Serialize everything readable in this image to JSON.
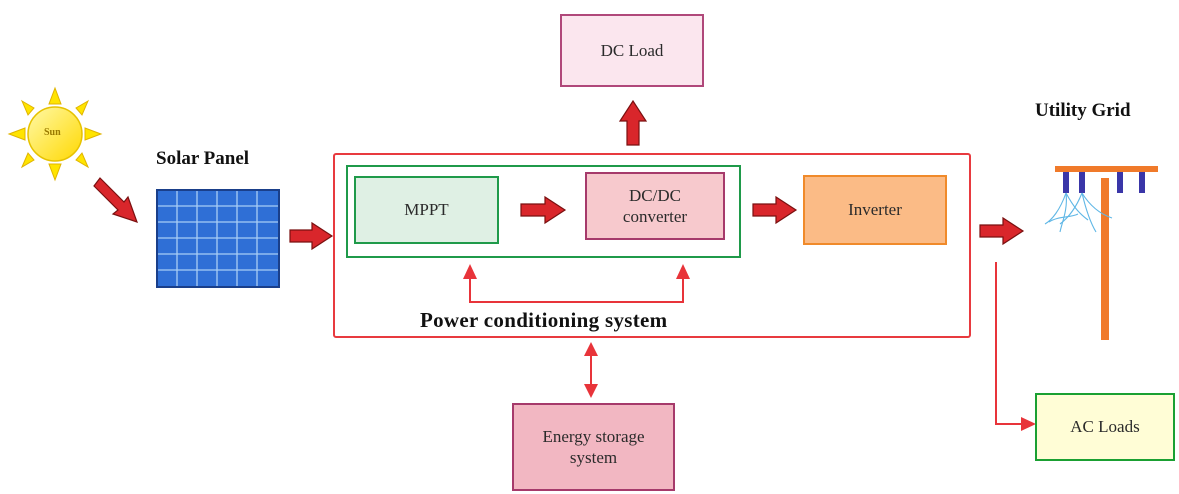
{
  "labels": {
    "sun": "Sun",
    "solar_panel": "Solar Panel",
    "utility_grid": "Utility Grid",
    "power_conditioning": "Power conditioning system"
  },
  "boxes": {
    "dc_load": "DC Load",
    "mppt": "MPPT",
    "dcdc_line1": "DC/DC",
    "dcdc_line2": "converter",
    "inverter": "Inverter",
    "energy_storage_line1": "Energy storage",
    "energy_storage_line2": "system",
    "ac_loads": "AC Loads"
  },
  "colors": {
    "arrow_fill": "#d9262b",
    "arrow_stroke": "#7a1010",
    "connector": "#e8343a",
    "pcs_border": "#e83a3f",
    "inner_border": "#1f9a4a",
    "dc_load_fill": "#fbe6ee",
    "dc_load_border": "#b0487a",
    "mppt_fill": "#dff0e4",
    "mppt_border": "#1f9a4a",
    "dcdc_fill": "#f7c9cd",
    "dcdc_border": "#a63a6b",
    "inverter_fill": "#fbbb86",
    "inverter_border": "#f08a2a",
    "storage_fill": "#f2b7c2",
    "storage_border": "#a63a6b",
    "ac_loads_fill": "#fffdd6",
    "ac_loads_border": "#1aa032",
    "sun": "#ffe400",
    "panel": "#2f6fd6",
    "pole": "#f07a2a",
    "insulator": "#3a36a8",
    "wire": "#5fb7e6"
  }
}
